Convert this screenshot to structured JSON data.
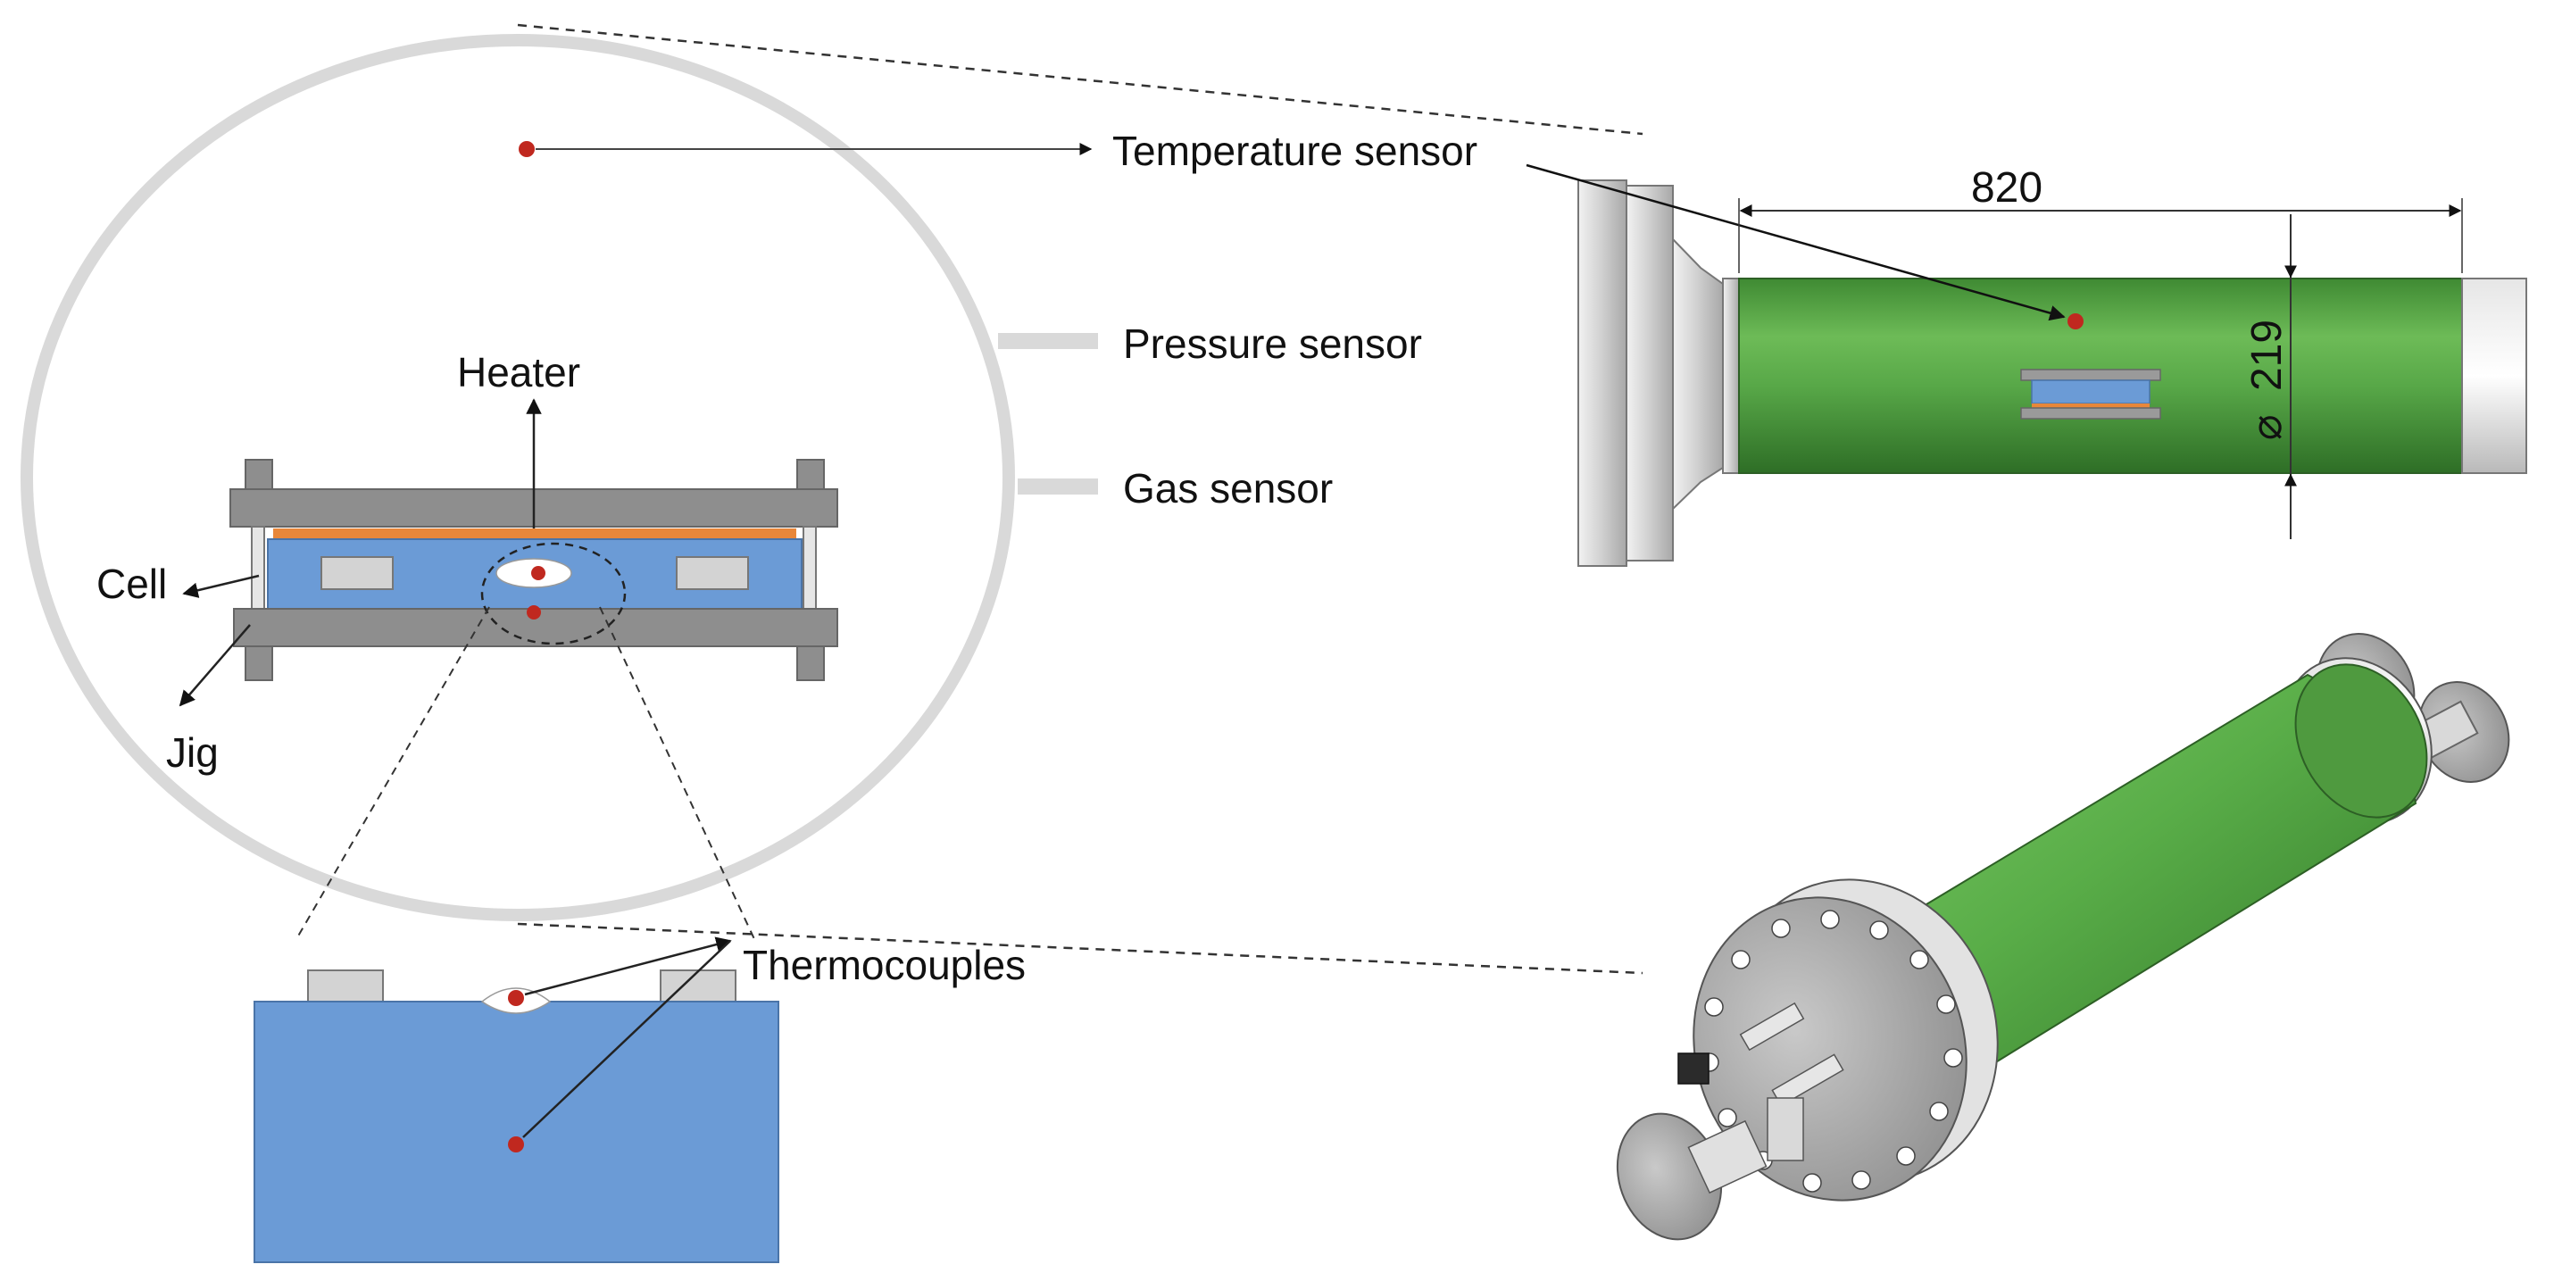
{
  "labels": {
    "temperature_sensor": "Temperature sensor",
    "pressure_sensor": "Pressure sensor",
    "gas_sensor": "Gas sensor",
    "heater": "Heater",
    "cell": "Cell",
    "jig": "Jig",
    "thermocouples": "Thermocouples"
  },
  "dimensions": {
    "length": "820",
    "diameter": "219"
  },
  "colors": {
    "cell_blue": "#6b9bd6",
    "chamber_green": "#4f9a3f",
    "heater_orange": "#e8873a",
    "jig_gray": "#8e8e8e",
    "sensor_red": "#c0281f",
    "chamber_outline": "#d9d9d9"
  }
}
